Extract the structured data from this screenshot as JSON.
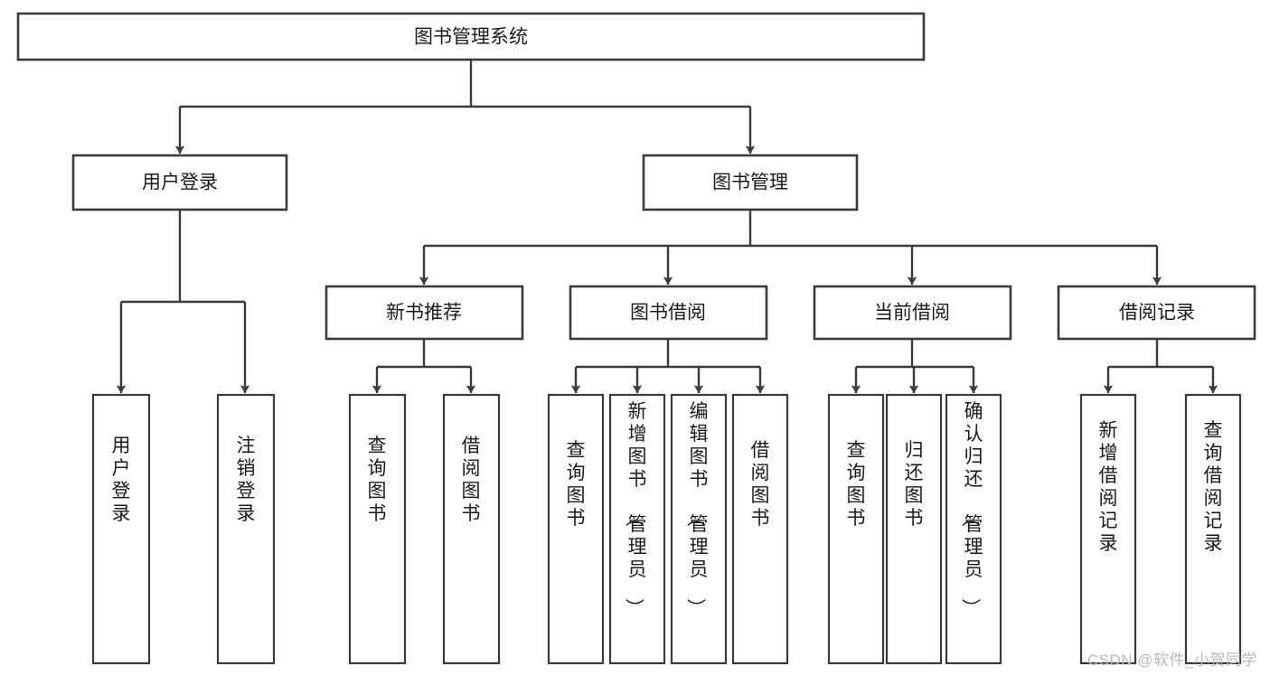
{
  "diagram": {
    "type": "tree-hierarchy-flowchart",
    "root": {
      "id": "root",
      "label": "图书管理系统"
    },
    "level2": [
      {
        "id": "user-login",
        "label": "用户登录"
      },
      {
        "id": "book-management",
        "label": "图书管理"
      }
    ],
    "level3": [
      {
        "id": "new-book-recommend",
        "label": "新书推荐",
        "parent": "book-management"
      },
      {
        "id": "book-borrow",
        "label": "图书借阅",
        "parent": "book-management"
      },
      {
        "id": "current-borrow",
        "label": "当前借阅",
        "parent": "book-management"
      },
      {
        "id": "borrow-record",
        "label": "借阅记录",
        "parent": "book-management"
      }
    ],
    "leaves": {
      "user-login": [
        {
          "id": "leaf-user-login",
          "label": "用户登录"
        },
        {
          "id": "leaf-logout-login",
          "label": "注销登录"
        }
      ],
      "new-book-recommend": [
        {
          "id": "leaf-query-book-1",
          "label": "查询图书"
        },
        {
          "id": "leaf-borrow-book-1",
          "label": "借阅图书"
        }
      ],
      "book-borrow": [
        {
          "id": "leaf-query-book-2",
          "label": "查询图书"
        },
        {
          "id": "leaf-add-book",
          "label": "新增图书（管理员）"
        },
        {
          "id": "leaf-edit-book",
          "label": "编辑图书（管理员）"
        },
        {
          "id": "leaf-borrow-book-2",
          "label": "借阅图书"
        }
      ],
      "current-borrow": [
        {
          "id": "leaf-query-book-3",
          "label": "查询图书"
        },
        {
          "id": "leaf-return-book",
          "label": "归还图书"
        },
        {
          "id": "leaf-confirm-return",
          "label": "确认归还（管理员）"
        }
      ],
      "borrow-record": [
        {
          "id": "leaf-add-record",
          "label": "新增借阅记录"
        },
        {
          "id": "leaf-query-record",
          "label": "查询借阅记录"
        }
      ]
    }
  },
  "watermark": {
    "text": "CSDN @软件_小贺同学"
  },
  "colors": {
    "stroke": "#3a3a3a",
    "fill": "#ffffff",
    "text": "#1a1a1a",
    "watermark": "#b9b9b9"
  }
}
